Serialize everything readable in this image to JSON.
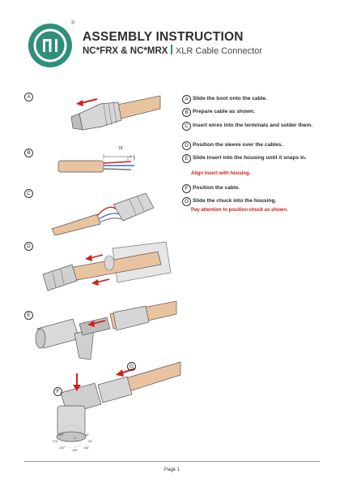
{
  "header": {
    "title": "ASSEMBLY INSTRUCTION",
    "products": "NC*FRX & NC*MRX",
    "subtitle": "XLR Cable Connector",
    "registered": "®"
  },
  "colors": {
    "brand": "#2e8f7a",
    "note": "#d0201a",
    "cable": "#e8c3a0",
    "arrow": "#d0201a"
  },
  "steps": [
    {
      "letter": "A",
      "text": "Slide the boot onto the cable."
    },
    {
      "letter": "B",
      "text": "Prepare cable as shown."
    },
    {
      "letter": "C",
      "text": "Insert wires into the terminals and solder them."
    },
    {
      "letter": "D",
      "text": "Position the sleeve over the cables."
    },
    {
      "letter": "E",
      "text": "Slide insert  into the housing until it snaps in.",
      "note": "Align insert with housing."
    },
    {
      "letter": "F",
      "text": "Position the cable."
    },
    {
      "letter": "G",
      "text": "Slide the chuck into the housing.",
      "note": "Pay attention to position chuck as shown."
    }
  ],
  "figures": {
    "A": {
      "label": "A"
    },
    "B": {
      "label": "B",
      "dim_main": "18",
      "dim_small": "4"
    },
    "C": {
      "label": "C"
    },
    "D": {
      "label": "D"
    },
    "E": {
      "label": "E"
    },
    "FG": {
      "label_f": "F",
      "label_g": "G",
      "angles": [
        "0°",
        "45°",
        "90°",
        "135°",
        "180°",
        "225°",
        "270°",
        "315°"
      ]
    }
  },
  "footer": {
    "page": "Page 1"
  }
}
